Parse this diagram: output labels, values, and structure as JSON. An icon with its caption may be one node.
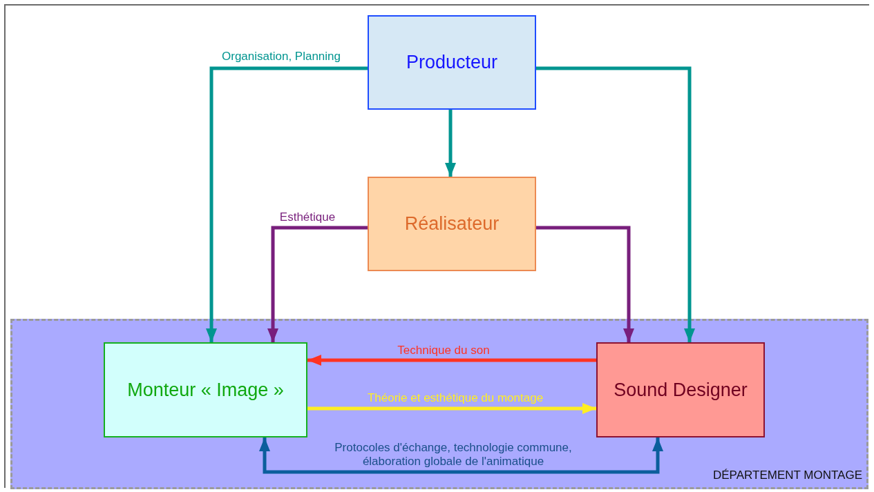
{
  "diagram": {
    "nodes": [
      {
        "text": [
          "Producteur"
        ]
      },
      {
        "text": [
          "Réalisateur"
        ]
      },
      {
        "text": [
          "DÉPARTEMENT MONTAGE"
        ]
      },
      {
        "text": [
          "Monteur « Image »"
        ],
        "in": 2
      },
      {
        "text": [
          "Sound Designer"
        ],
        "in": 2
      }
    ],
    "edges": [
      {
        "from": 0,
        "to": 3,
        "arrow": "to",
        "label": "Organisation, Planning",
        "color": "#009590"
      },
      {
        "from": 0,
        "to": 4,
        "arrow": "to",
        "color": "#009590"
      },
      {
        "from": 0,
        "to": 1,
        "arrow": "to",
        "color": "#009590"
      },
      {
        "from": 1,
        "to": 3,
        "arrow": "to",
        "label": "Esthétique",
        "color": "#781f7c"
      },
      {
        "from": 1,
        "to": 4,
        "arrow": "to",
        "color": "#781f7c"
      },
      {
        "from": 4,
        "to": 3,
        "arrow": "to",
        "label": "Technique du son",
        "color": "#ff3322"
      },
      {
        "from": 3,
        "to": 4,
        "arrow": "to",
        "label": "Théorie et esthétique du montage",
        "color": "#ffee22"
      },
      {
        "from": 3,
        "to": 4,
        "arrow": "both",
        "label": "Protocoles d'échange, technologie commune, élaboration globale de l'animatique",
        "color": "#0b5e9c"
      }
    ]
  }
}
